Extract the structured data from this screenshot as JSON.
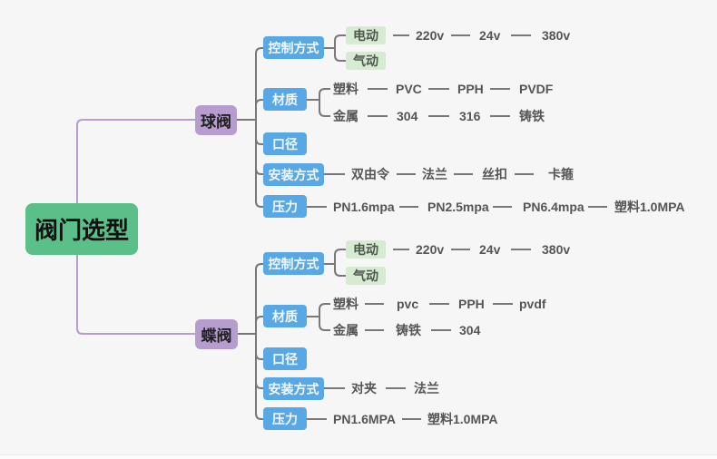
{
  "title": "阀门选型",
  "branches": [
    {
      "label": "球阀",
      "control": {
        "label": "控制方式",
        "children": [
          {
            "label": "电动",
            "chain": [
              "220v",
              "24v",
              "380v"
            ]
          },
          {
            "label": "气动",
            "chain": []
          }
        ]
      },
      "material": {
        "label": "材质",
        "rows": [
          {
            "label": "塑料",
            "chain": [
              "PVC",
              "PPH",
              "PVDF"
            ]
          },
          {
            "label": "金属",
            "chain": [
              "304",
              "316",
              "铸铁"
            ]
          }
        ]
      },
      "diameter": {
        "label": "口径"
      },
      "install": {
        "label": "安装方式",
        "chain": [
          "双由令",
          "法兰",
          "丝扣",
          "卡箍"
        ]
      },
      "pressure": {
        "label": "压力",
        "chain": [
          "PN1.6mpa",
          "PN2.5mpa",
          "PN6.4mpa",
          "塑料1.0MPA"
        ]
      }
    },
    {
      "label": "蝶阀",
      "control": {
        "label": "控制方式",
        "children": [
          {
            "label": "电动",
            "chain": [
              "220v",
              "24v",
              "380v"
            ]
          },
          {
            "label": "气动",
            "chain": []
          }
        ]
      },
      "material": {
        "label": "材质",
        "rows": [
          {
            "label": "塑料",
            "chain": [
              "pvc",
              "PPH",
              "pvdf"
            ]
          },
          {
            "label": "金属",
            "chain": [
              "铸铁",
              "304"
            ]
          }
        ]
      },
      "diameter": {
        "label": "口径"
      },
      "install": {
        "label": "安装方式",
        "chain": [
          "对夹",
          "法兰"
        ]
      },
      "pressure": {
        "label": "压力",
        "chain": [
          "PN1.6MPA",
          "塑料1.0MPA"
        ]
      }
    }
  ],
  "colors": {
    "bg": "#f6f6f6",
    "root_bg": "#5bbf8a",
    "branch_bg": "#b69ccf",
    "category_bg": "#58a8e6",
    "category_text": "#f4f7f9",
    "leaf_bg": "#d6ebd2",
    "text_muted": "#555555",
    "line": "#787878",
    "root_line": "#b69ccf"
  }
}
